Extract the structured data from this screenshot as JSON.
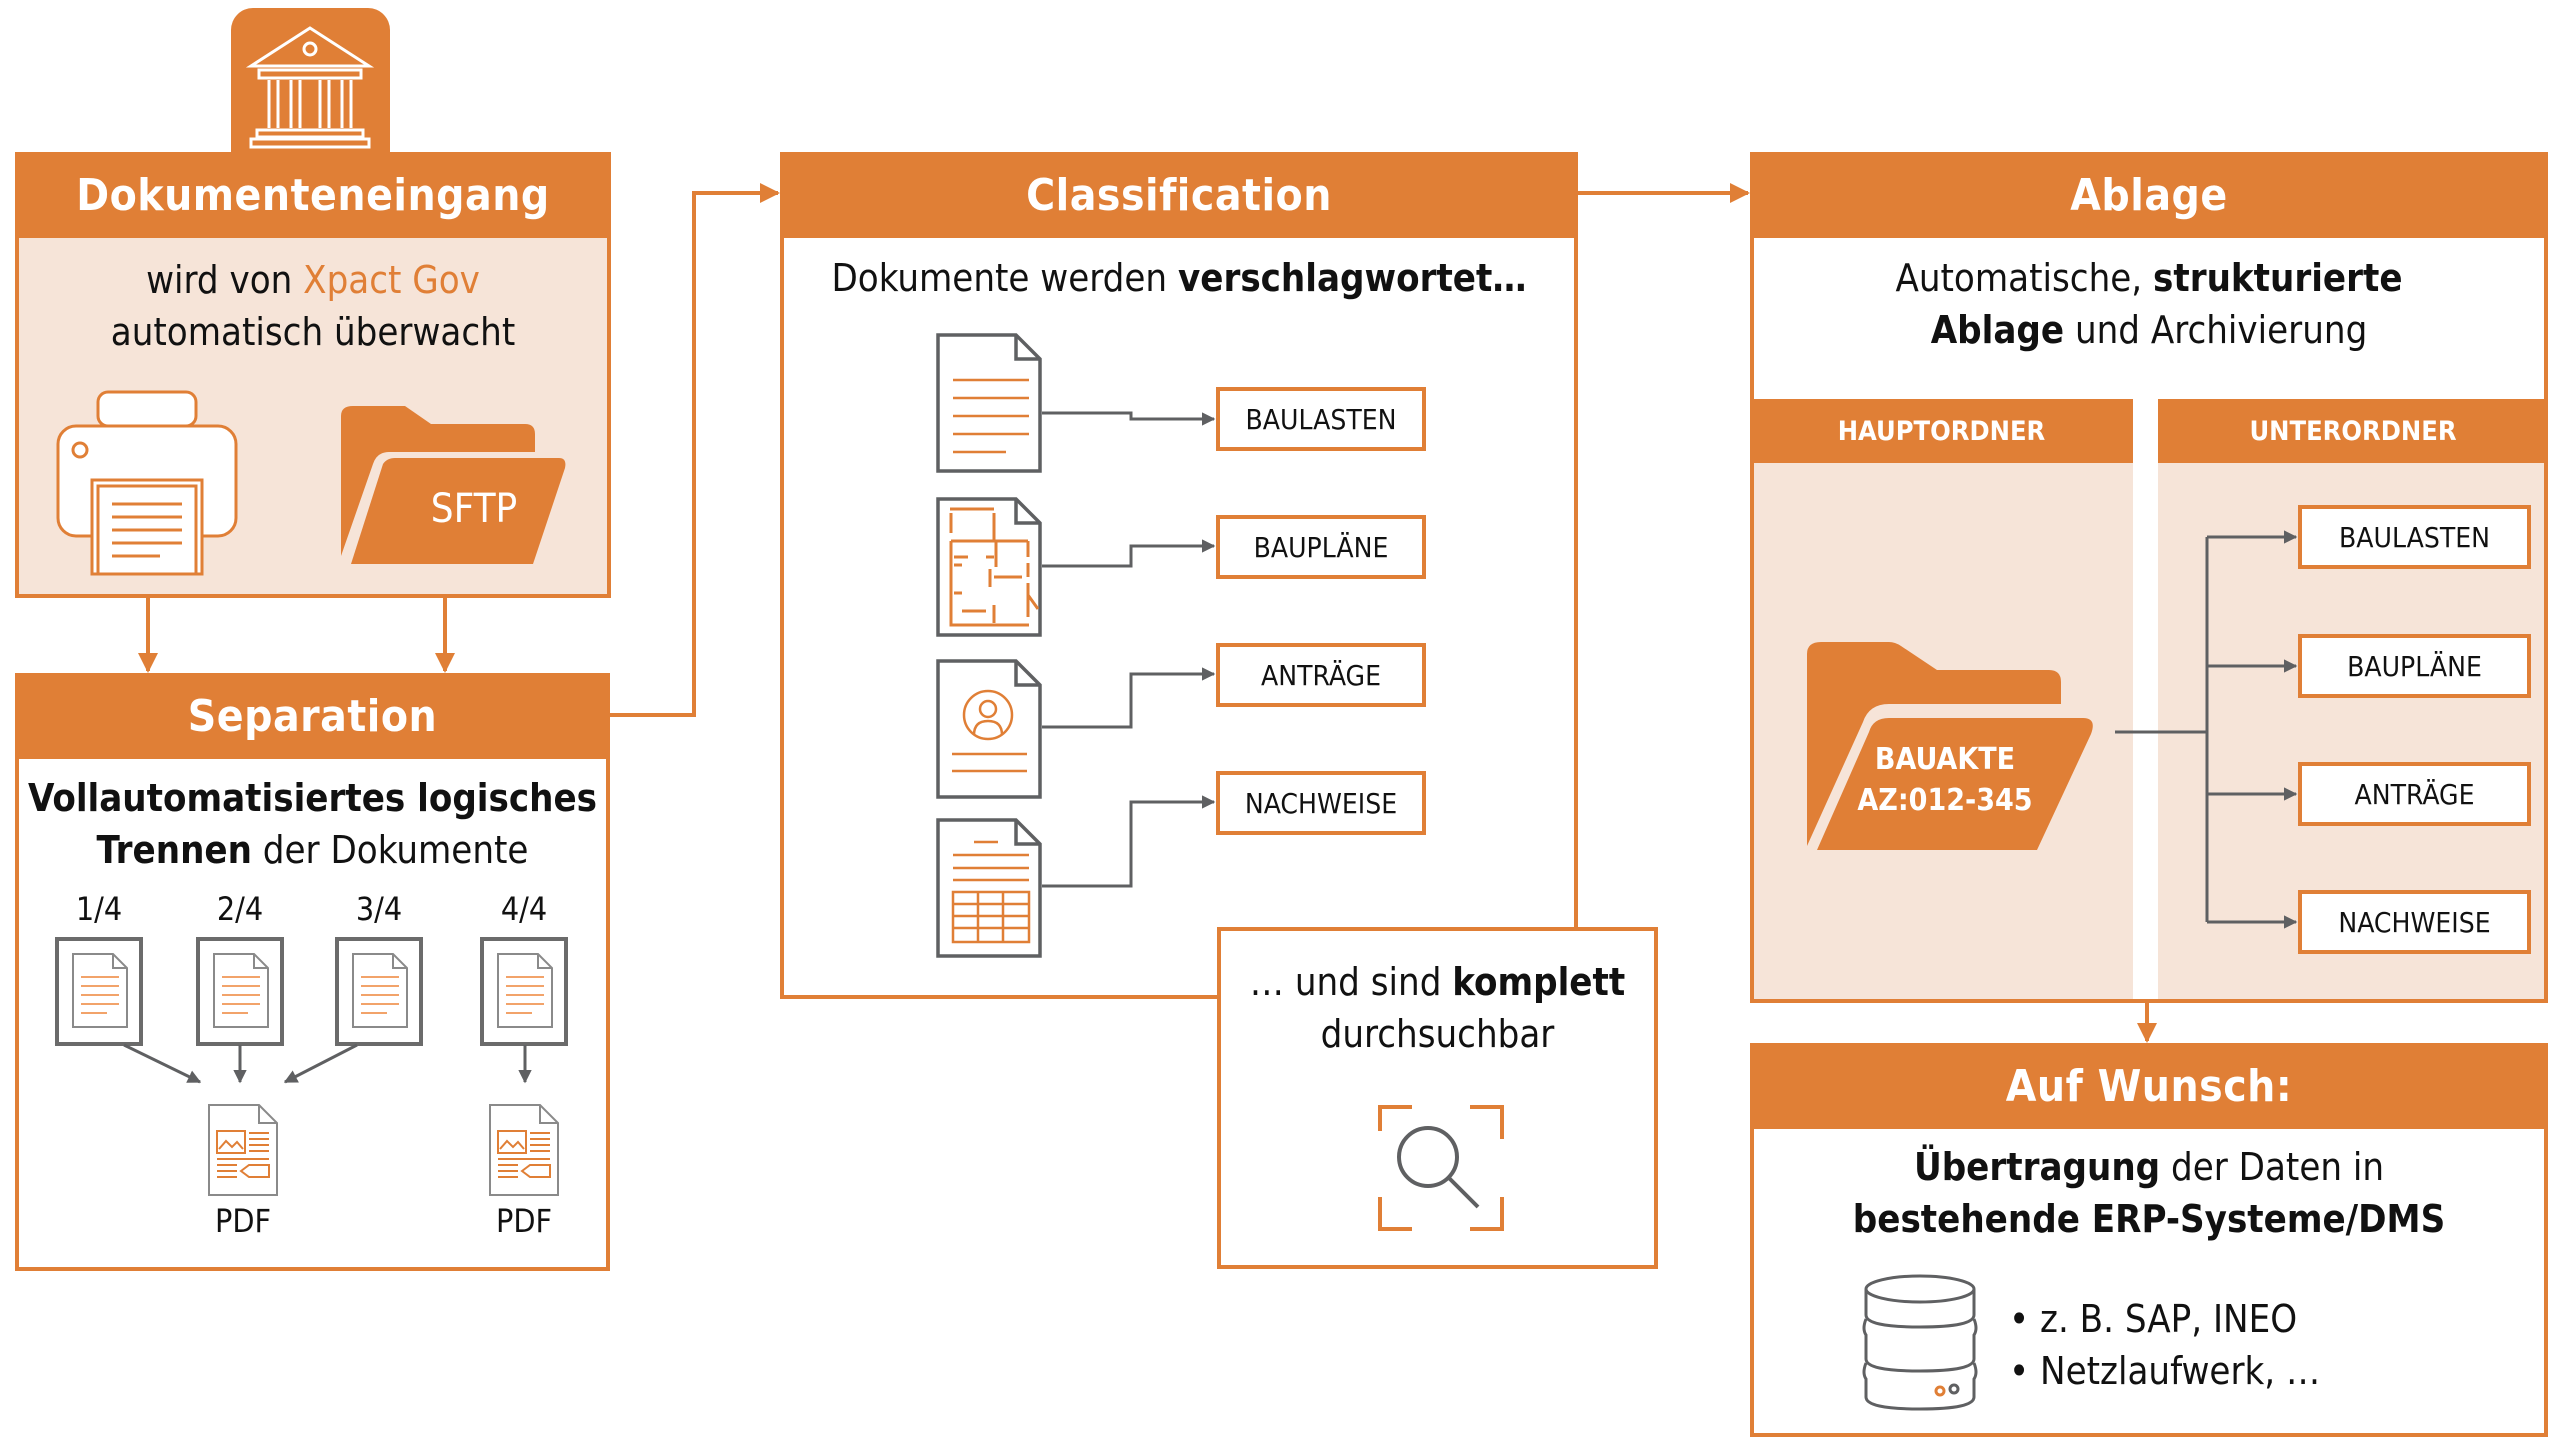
{
  "colors": {
    "accent": "#E07F36",
    "light_fill": "#F6E4D8",
    "icon_gray": "#5F6062",
    "text": "#111111"
  },
  "intake": {
    "title": "Dokumenteneingang",
    "line1_prefix": "wird von ",
    "line1_brand": "Xpact Gov",
    "line2": "automatisch überwacht",
    "sftp_label": "SFTP",
    "icons": [
      "government-building-icon",
      "printer-icon",
      "sftp-folder-icon"
    ]
  },
  "separation": {
    "title": "Separation",
    "line1": "Vollautomatisiertes logisches",
    "line2_bold": "Trennen",
    "line2_rest": " der Dokumente",
    "pages": [
      "1/4",
      "2/4",
      "3/4",
      "4/4"
    ],
    "outputs": [
      "PDF",
      "PDF"
    ]
  },
  "classification": {
    "title": "Classification",
    "line_prefix": "Dokumente werden ",
    "line_bold": "verschlagwortet…",
    "tags": [
      "BAULASTEN",
      "BAUPLÄNE",
      "ANTRÄGE",
      "NACHWEISE"
    ],
    "search_line1_prefix": "… und sind ",
    "search_line1_bold": "komplett",
    "search_line2": "durchsuchbar"
  },
  "ablage": {
    "title": "Ablage",
    "line1_prefix": "Automatische, ",
    "line1_bold": "strukturierte",
    "line2_bold": "Ablage",
    "line2_rest": " und Archivierung",
    "main_folder_header": "HAUPTORDNER",
    "sub_folder_header": "UNTERORDNER",
    "folder_name": "BAUAKTE",
    "folder_id": "AZ:012-345",
    "subfolders": [
      "BAULASTEN",
      "BAUPLÄNE",
      "ANTRÄGE",
      "NACHWEISE"
    ]
  },
  "optional": {
    "title": "Auf Wunsch:",
    "line1_bold": "Übertragung",
    "line1_rest": " der Daten in",
    "line2": "bestehende ERP-Systeme/DMS",
    "bullets": [
      "z. B. SAP, INEO",
      "Netzlaufwerk, …"
    ]
  }
}
